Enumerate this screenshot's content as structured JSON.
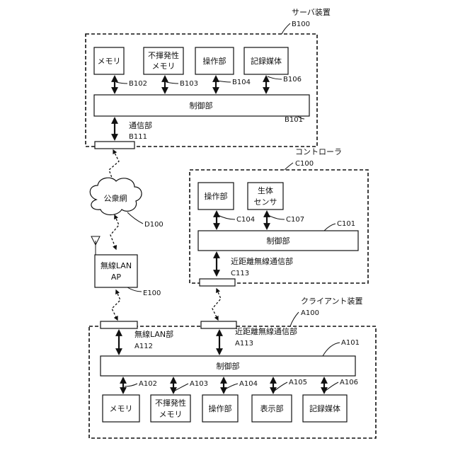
{
  "server": {
    "title": "サーバ装置",
    "ref": "B100",
    "memory": {
      "label": "メモリ",
      "ref": "B102"
    },
    "nvmem": {
      "line1": "不揮発性",
      "line2": "メモリ",
      "ref": "B103"
    },
    "operation": {
      "label": "操作部",
      "ref": "B104"
    },
    "storage": {
      "label": "記録媒体",
      "ref": "B106"
    },
    "control": {
      "label": "制御部",
      "ref": "B101"
    },
    "comm": {
      "label": "通信部",
      "ref": "B111"
    }
  },
  "network": {
    "label": "公衆網",
    "ref": "D100"
  },
  "ap": {
    "line1": "無線LAN",
    "line2": "AP",
    "ref": "E100"
  },
  "controller": {
    "title": "コントローラ",
    "ref": "C100",
    "operation": {
      "label": "操作部",
      "ref": "C104"
    },
    "biosensor": {
      "line1": "生体",
      "line2": "センサ",
      "ref": "C107"
    },
    "control": {
      "label": "制御部",
      "ref": "C101"
    },
    "nfc": {
      "label": "近距離無線通信部",
      "ref": "C113"
    }
  },
  "client": {
    "title": "クライアント装置",
    "ref": "A100",
    "wlan": {
      "label": "無線LAN部",
      "ref": "A112"
    },
    "nfc": {
      "label": "近距離無線通信部",
      "ref": "A113"
    },
    "control": {
      "label": "制御部",
      "ref": "A101"
    },
    "memory": {
      "label": "メモリ",
      "ref": "A102"
    },
    "nvmem": {
      "line1": "不揮発性",
      "line2": "メモリ",
      "ref": "A103"
    },
    "operation": {
      "label": "操作部",
      "ref": "A104"
    },
    "display": {
      "label": "表示部",
      "ref": "A105"
    },
    "storage": {
      "label": "記録媒体",
      "ref": "A106"
    }
  }
}
